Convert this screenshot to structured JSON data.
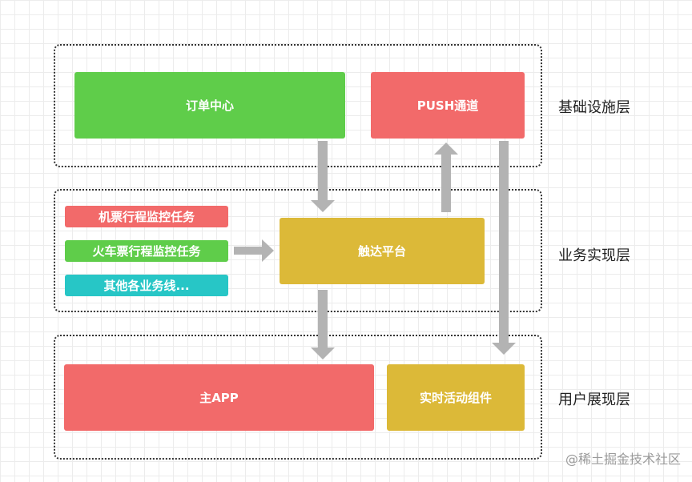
{
  "layers": {
    "infrastructure": "基础设施层",
    "business": "业务实现层",
    "user": "用户展现层"
  },
  "boxes": {
    "order_center": "订单中心",
    "push_channel": "PUSH通道",
    "reach_platform": "触达平台",
    "main_app": "主APP",
    "live_activity": "实时活动组件"
  },
  "tasks": {
    "flight": "机票行程监控任务",
    "train": "火车票行程监控任务",
    "other": "其他各业务线..."
  },
  "watermark": "@稀土掘金技术社区",
  "colors": {
    "green": "#5fcd4a",
    "red": "#f26a6a",
    "yellow": "#dcb938",
    "teal": "#27c6c6",
    "arrow": "#b3b3b3"
  }
}
